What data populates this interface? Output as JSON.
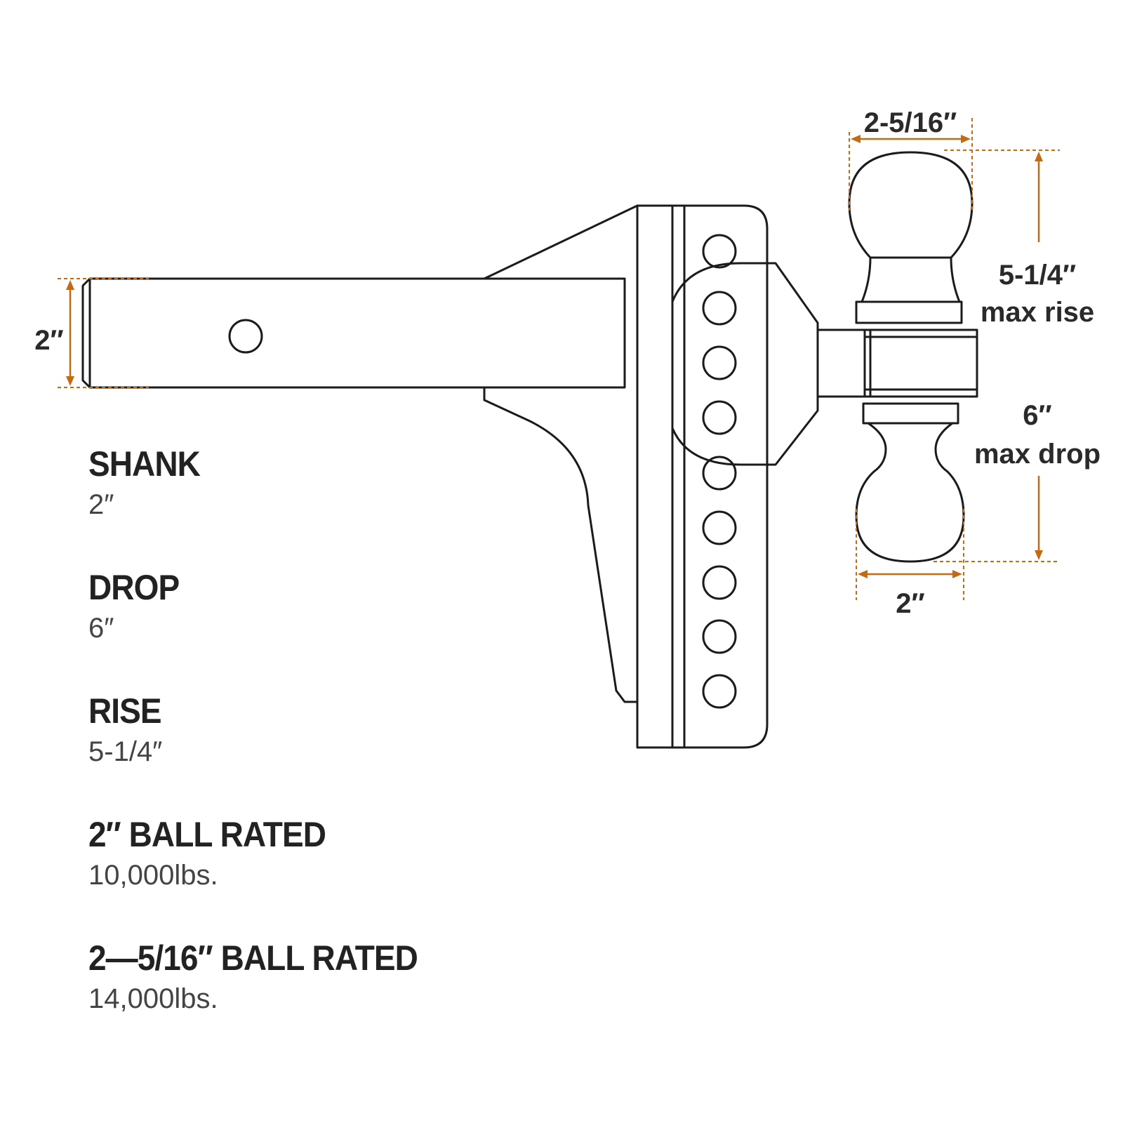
{
  "dimensions": {
    "shank_width": "2″",
    "top_ball_diameter": "2-5/16″",
    "rise_value": "5-1/4″",
    "rise_caption": "max rise",
    "drop_value": "6″",
    "drop_caption": "max drop",
    "bottom_ball_diameter": "2″"
  },
  "specs": [
    {
      "label": "SHANK",
      "value": "2″"
    },
    {
      "label": "DROP",
      "value": "6″"
    },
    {
      "label": "RISE",
      "value": "5-1/4″"
    },
    {
      "label": "2″ BALL RATED",
      "value": "10,000lbs."
    },
    {
      "label": "2—5/16″ BALL RATED",
      "value": "14,000lbs."
    }
  ],
  "colors": {
    "line": "#1b1b1b",
    "dimension": "#c46a12",
    "label": "#222222",
    "value": "#444444"
  }
}
